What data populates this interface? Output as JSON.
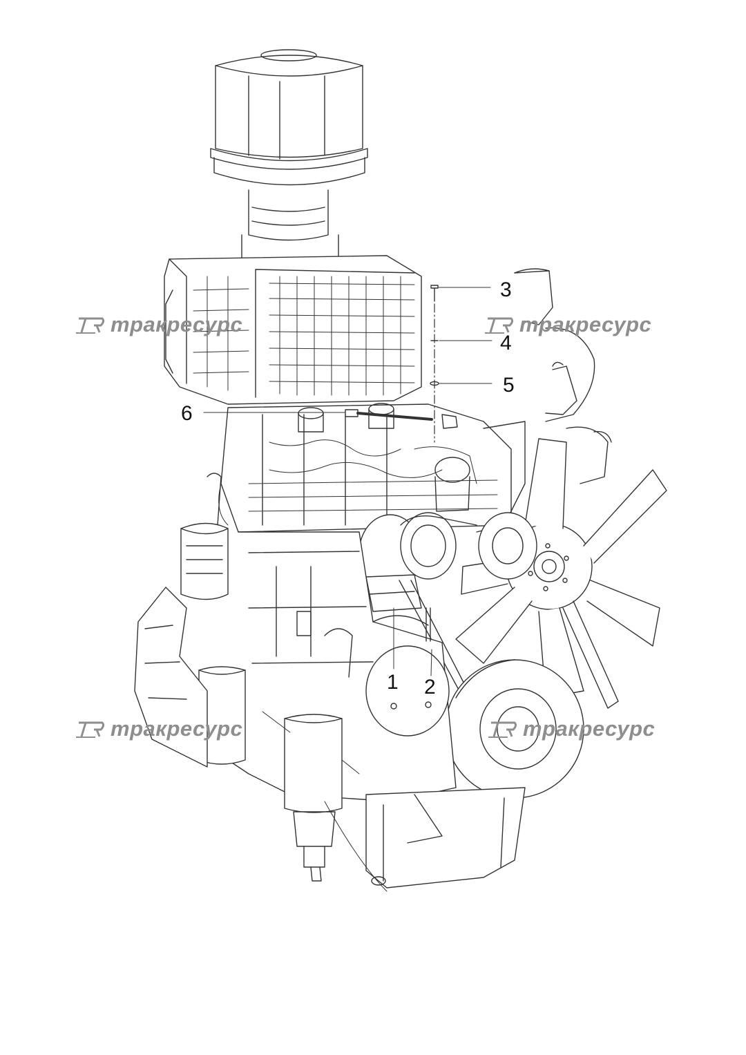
{
  "callouts": [
    {
      "id": "1",
      "label": "1"
    },
    {
      "id": "2",
      "label": "2"
    },
    {
      "id": "3",
      "label": "3"
    },
    {
      "id": "4",
      "label": "4"
    },
    {
      "id": "5",
      "label": "5"
    },
    {
      "id": "6",
      "label": "6"
    }
  ],
  "watermark": {
    "text": "тракресурс",
    "logo_icon": "tr-logo-icon",
    "color": "#8e8e8e"
  },
  "colors": {
    "line": "#333333",
    "background": "#ffffff"
  }
}
